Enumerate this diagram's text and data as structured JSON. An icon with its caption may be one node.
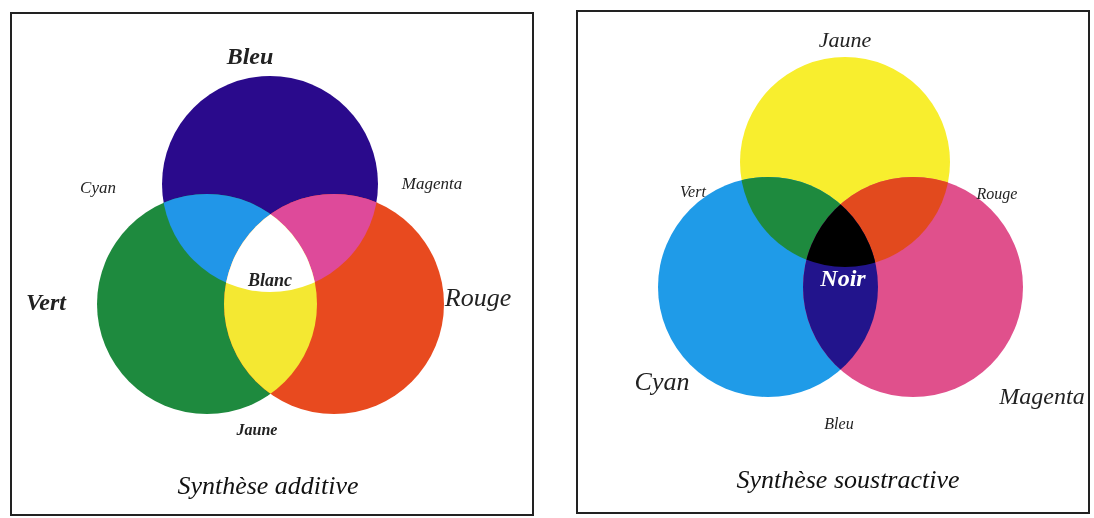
{
  "diagram": {
    "nodes": [
      {
        "text": [
          "Synthèse additive"
        ]
      },
      {
        "text": [
          "Synthèse soustractive"
        ]
      }
    ],
    "edges": [],
    "labels": [
      "Bleu",
      "Cyan",
      "Magenta",
      "Vert",
      "Blanc",
      "Rouge",
      "Jaune",
      "Jaune",
      "Vert",
      "Rouge",
      "Noir",
      "Cyan",
      "Magenta",
      "Bleu"
    ]
  }
}
